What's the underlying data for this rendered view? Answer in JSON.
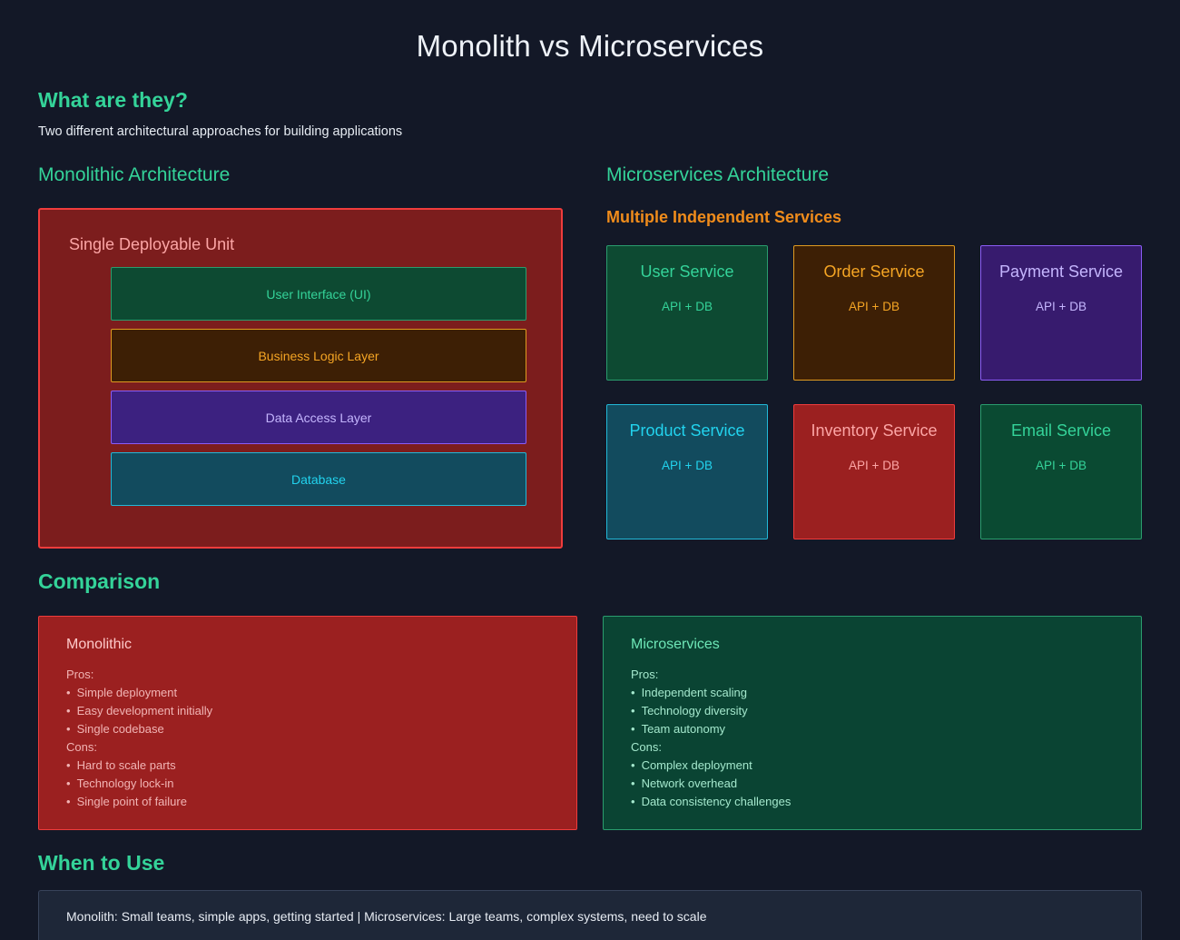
{
  "title": "Monolith vs Microservices",
  "intro": {
    "heading": "What are they?",
    "subtitle": "Two different architectural approaches for building applications"
  },
  "monolith": {
    "column_heading": "Monolithic Architecture",
    "box_title": "Single Deployable Unit",
    "layers": [
      {
        "label": "User Interface (UI)",
        "color": "#34d399"
      },
      {
        "label": "Business Logic Layer",
        "color": "#f5a524"
      },
      {
        "label": "Data Access Layer",
        "color": "#c4b5fd"
      },
      {
        "label": "Database",
        "color": "#22d3ee"
      }
    ]
  },
  "microservices": {
    "column_heading": "Microservices Architecture",
    "group_heading": "Multiple Independent Services",
    "services": [
      {
        "name": "User Service",
        "meta": "API + DB",
        "color": "#34d399"
      },
      {
        "name": "Order Service",
        "meta": "API + DB",
        "color": "#f5a524"
      },
      {
        "name": "Payment Service",
        "meta": "API + DB",
        "color": "#c4b5fd"
      },
      {
        "name": "Product Service",
        "meta": "API + DB",
        "color": "#22d3ee"
      },
      {
        "name": "Inventory Service",
        "meta": "API + DB",
        "color": "#fca5a5"
      },
      {
        "name": "Email Service",
        "meta": "API + DB",
        "color": "#34d399"
      }
    ]
  },
  "comparison": {
    "heading": "Comparison",
    "monolithic": {
      "title": "Monolithic",
      "pros_label": "Pros:",
      "pros": [
        "Simple deployment",
        "Easy development initially",
        "Single codebase"
      ],
      "cons_label": "Cons:",
      "cons": [
        "Hard to scale parts",
        "Technology lock-in",
        "Single point of failure"
      ]
    },
    "microservices": {
      "title": "Microservices",
      "pros_label": "Pros:",
      "pros": [
        "Independent scaling",
        "Technology diversity",
        "Team autonomy"
      ],
      "cons_label": "Cons:",
      "cons": [
        "Complex deployment",
        "Network overhead",
        "Data consistency challenges"
      ]
    }
  },
  "when_to_use": {
    "heading": "When to Use",
    "text": "Monolith: Small teams, simple apps, getting started | Microservices: Large teams, complex systems, need to scale"
  },
  "colors": {
    "background": "#131827",
    "accent_green": "#34d399",
    "accent_orange": "#f08c1b",
    "monolith_red_fill": "#7c1d1d",
    "monolith_red_border": "#ef3c3c"
  }
}
